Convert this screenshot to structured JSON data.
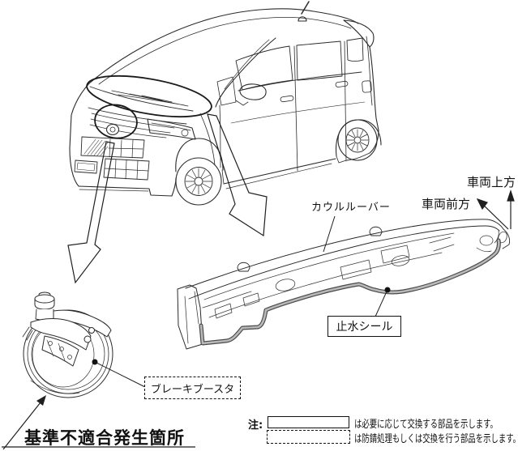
{
  "figure": {
    "type": "vehicle-recall-illustration",
    "labels": {
      "cowl_louver": "カウルルーバー",
      "vehicle_up": "車両上方",
      "vehicle_front": "車両前方",
      "water_stop_seal": "止水シール",
      "brake_booster": "ブレーキブースタ",
      "defect_location": "基準不適合発生箇所"
    },
    "note": {
      "prefix": "注:",
      "line1": "は必要に応じて交換する部品を示します。",
      "line2": "は防錆処理もしくは交換を行う部品を示します。"
    },
    "colors": {
      "line": "#2b2b2b",
      "seal_core": "#b9b9b9",
      "seal_edge": "#4a4a4a",
      "background": "#ffffff"
    }
  }
}
